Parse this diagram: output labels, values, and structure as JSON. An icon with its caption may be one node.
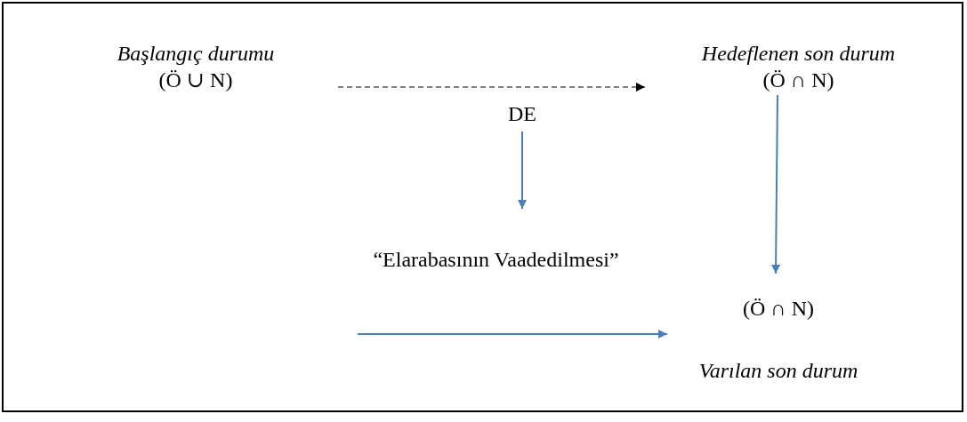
{
  "diagram": {
    "nodes": [
      {
        "text": [
          "Başlangıç durumu",
          "(Ö ∪ N)"
        ]
      },
      {
        "text": [
          "Hedeflenen son durum",
          "(Ö ∩ N)"
        ]
      },
      {
        "text": [
          "DE"
        ]
      },
      {
        "text": [
          "“Elarabasının Vaadedilmesi”"
        ]
      },
      {
        "text": [
          "(Ö ∩ N)",
          "Varılan son durum"
        ]
      }
    ],
    "edges": [
      {
        "from": 0,
        "to": 1,
        "arrow": "to",
        "style": "dashed",
        "color": "#000000"
      },
      {
        "from": 2,
        "to": 3,
        "arrow": "to"
      },
      {
        "from": 1,
        "to": 4,
        "arrow": "to"
      },
      {
        "from": null,
        "to": 4,
        "arrow": "to"
      }
    ]
  }
}
